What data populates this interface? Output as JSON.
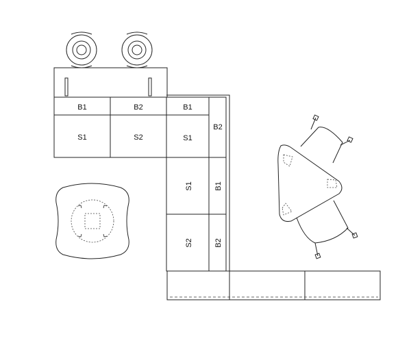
{
  "labels": {
    "top_b1": "B1",
    "top_b2": "B2",
    "corner_b1": "B1",
    "top_s1": "S1",
    "top_s2": "S2",
    "corner_s1": "S1",
    "corner_b2": "B2",
    "vert_s1": "S1",
    "vert_b1": "B1",
    "vert_s2": "S2",
    "vert_b2": "B2"
  }
}
